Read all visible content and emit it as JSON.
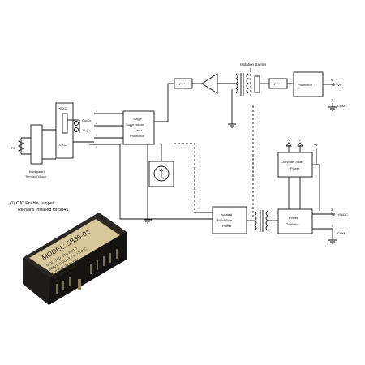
{
  "colors": {
    "line": "#111111",
    "background": "#ffffff",
    "module_label": "#d7c79a",
    "module_body": "#1f1d1a"
  },
  "labels": {
    "isolation_barrier": "Isolation Barrier",
    "lpf_1": "LPF*",
    "lpf_2": "LPF*",
    "protection": "Protection",
    "vo_pin": "6",
    "vo": "Vo",
    "com_pin_top": "7",
    "com_top": "COM",
    "surge_l1": "Surge",
    "surge_l2": "Suppression",
    "surge_l3": "and",
    "surge_l4": "Protection",
    "comp_l1": "Computer-Side",
    "comp_l2": "Power",
    "fld_l1": "Isolated",
    "fld_l2": "Field-Side",
    "fld_l3": "Power",
    "osc_l1": "Power",
    "osc_l2": "Oscillator",
    "pin_1": "1",
    "pin_2": "2",
    "pin_3": "3",
    "pin_4": "4",
    "vdc_pin": "5",
    "vdc": "+5VDC",
    "com_pin_bottom": "7",
    "com_bottom": "COM",
    "plus_v_1": "+V",
    "minus_v": "-V",
    "plus_v_2": "+V",
    "cjc_top": "+EXC",
    "cjc_bottom": "-EXC",
    "cu_cu": "Cu/Cu",
    "jp_note": "J1 (1)",
    "rt": "Rt",
    "bp_l1": "Backpanel",
    "bp_l2": "Terminal Block",
    "note_l1": "(1) CJC Enable Jumper,",
    "note_l2": "Remains Installed for 5B45.",
    "module_model": "MODEL: 5B35-01",
    "module_l1": "ISOLATED RTD INPUT",
    "module_l2": "INPUT: 100Ω Pt 0 to +100°C",
    "module_l3": "OUTPUT: 0V to +5V",
    "module_l4": "SN:     ECN 1   9999"
  }
}
